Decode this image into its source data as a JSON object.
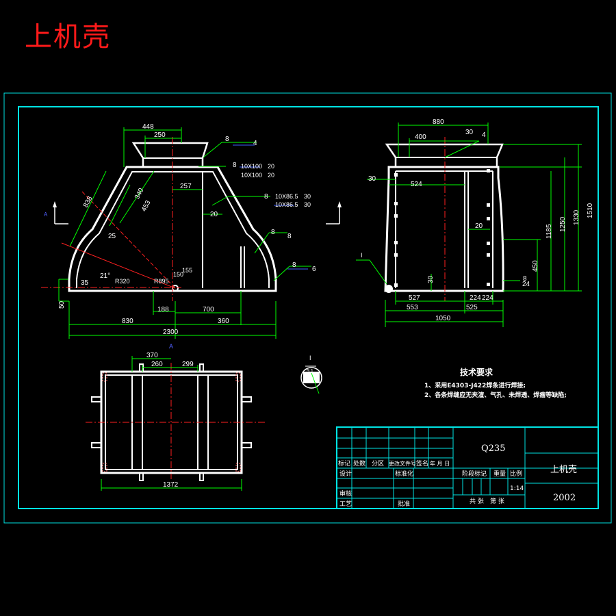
{
  "title": "上机壳",
  "colors": {
    "background": "#000000",
    "title": "#ff1a1a",
    "frame": "#00e5e5",
    "outline": "#ffffff",
    "dimension": "#00ff00",
    "centerline": "#ff2020",
    "weld_leader": "#4060ff"
  },
  "front_view": {
    "dims": [
      "448",
      "250",
      "257",
      "20",
      "838",
      "340",
      "453",
      "25",
      "21°",
      "R320",
      "R895",
      "150",
      "155",
      "35",
      "50",
      "830",
      "188",
      "700",
      "360",
      "2300"
    ],
    "weld_callouts": [
      "8",
      "4",
      "8",
      "10X100",
      "20",
      "10X100",
      "20",
      "8",
      "10X86.5",
      "30",
      "10X86.5",
      "30",
      "8",
      "8",
      "8",
      "6"
    ]
  },
  "section_label": "A",
  "side_view": {
    "dims": [
      "880",
      "400",
      "30",
      "4",
      "30",
      "524",
      "20",
      "1185",
      "1250",
      "1330",
      "1510",
      "450",
      "8",
      "24",
      "30",
      "527",
      "224",
      "224",
      "553",
      "525",
      "1050"
    ],
    "detail_marker": "I"
  },
  "plan_view": {
    "dims": [
      "370",
      "260",
      "299",
      "1372"
    ]
  },
  "detail_label": "I",
  "detail_scale": "5:1",
  "tech_notes": {
    "heading": "技术要求",
    "items": [
      "1、采用E4303-J422焊条进行焊接;",
      "2、各条焊缝应无夹渣、气孔、未焊透、焊瘤等缺陷;"
    ]
  },
  "title_block": {
    "material": "Q235",
    "part_name": "上机壳",
    "year": "2002",
    "scale": "1:14",
    "rev_headers": [
      "标记",
      "处数",
      "分区",
      "更改文件号",
      "签名",
      "年 月 日"
    ],
    "row_design": "设计",
    "row_standardize": "标准化",
    "row_check": "审核",
    "row_process": "工艺",
    "row_approve": "批准",
    "stage_mark": "阶段标记",
    "weight": "重量",
    "scale_label": "比例",
    "sheet_total": "共 张",
    "sheet_no": "第 张"
  }
}
